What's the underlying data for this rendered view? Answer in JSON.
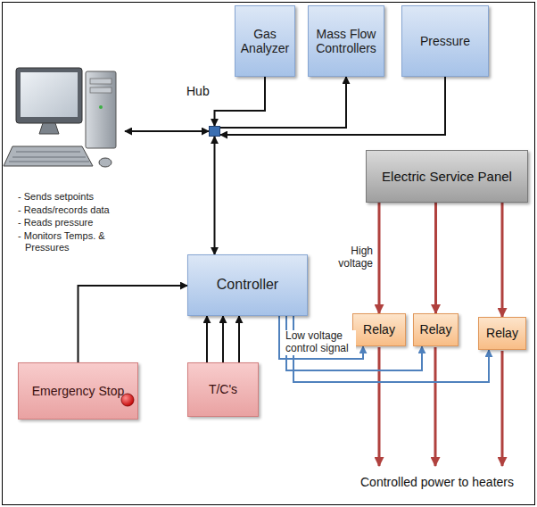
{
  "diagram": {
    "nodes": [
      {
        "text": [
          "Gas Analyzer"
        ]
      },
      {
        "text": [
          "Mass Flow Controllers"
        ]
      },
      {
        "text": [
          "Pressure"
        ]
      },
      {
        "text": [
          "- Sends setpoints",
          "- Reads/records data",
          "- Reads pressure",
          "- Monitors Temps. & Pressures"
        ]
      },
      {
        "text": [
          "Hub"
        ]
      },
      {
        "text": [
          "Electric Service Panel"
        ]
      },
      {
        "text": [
          "Controller"
        ]
      },
      {
        "text": [
          "Relay"
        ]
      },
      {
        "text": [
          "Relay"
        ]
      },
      {
        "text": [
          "Relay"
        ]
      },
      {
        "text": [
          "Emergency Stop"
        ]
      },
      {
        "text": [
          "T/C's"
        ]
      }
    ],
    "edges": [
      {
        "from": 0,
        "to": 4,
        "arrow": "to"
      },
      {
        "from": 4,
        "to": 1,
        "arrow": "to"
      },
      {
        "from": 2,
        "to": 4,
        "arrow": "to"
      },
      {
        "from": 3,
        "to": 4,
        "arrow": "both"
      },
      {
        "from": 4,
        "to": 6,
        "arrow": "both"
      },
      {
        "from": 10,
        "to": 6,
        "arrow": "to"
      },
      {
        "from": 11,
        "to": 6,
        "arrow": "to"
      },
      {
        "from": 11,
        "to": 6,
        "arrow": "to"
      },
      {
        "from": 11,
        "to": 6,
        "arrow": "to"
      },
      {
        "from": 5,
        "to": 7,
        "label": "High voltage",
        "arrow": "to"
      },
      {
        "from": 5,
        "to": 8,
        "arrow": "to"
      },
      {
        "from": 5,
        "to": 9,
        "arrow": "to"
      },
      {
        "from": 6,
        "to": 7,
        "label": "Low voltage control signal",
        "arrow": "to"
      },
      {
        "from": 6,
        "to": 8,
        "arrow": "to"
      },
      {
        "from": 6,
        "to": 9,
        "arrow": "to"
      }
    ],
    "labels": [
      "Controlled power to heaters"
    ]
  }
}
